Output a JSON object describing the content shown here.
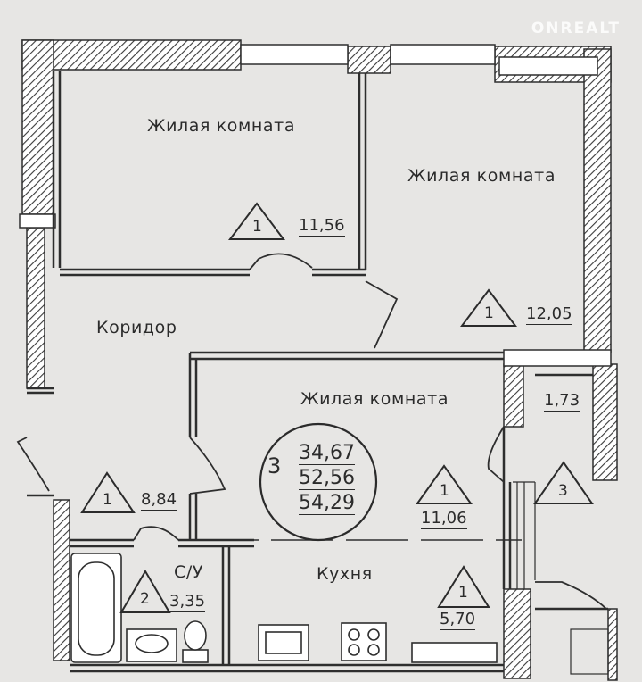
{
  "watermark": "ONREALT",
  "rooms": {
    "living1": {
      "name": "Жилая комната",
      "area": "11,56",
      "zone": "1"
    },
    "living2": {
      "name": "Жилая комната",
      "area": "12,05",
      "zone": "1"
    },
    "corridor": {
      "name": "Коридор",
      "area": "8,84",
      "zone": "1"
    },
    "living3": {
      "name": "Жилая комната",
      "area": "11,06",
      "zone": "1"
    },
    "balcony": {
      "area": "1,73",
      "zone": "3"
    },
    "bathroom": {
      "name": "С/У",
      "area": "3,35",
      "zone": "2"
    },
    "kitchen": {
      "name": "Кухня",
      "area": "5,70",
      "zone": "1"
    }
  },
  "totals": {
    "rooms_count": "3",
    "living_area": "34,67",
    "total_area": "52,56",
    "total_with_balcony": "54,29"
  }
}
